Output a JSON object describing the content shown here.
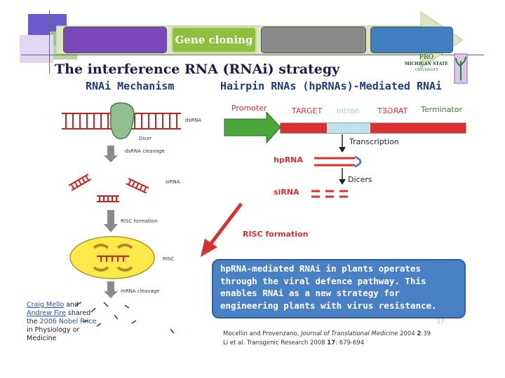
{
  "nav": {
    "tabs": [
      {
        "label": ""
      },
      {
        "label": "Gene cloning"
      },
      {
        "label": ""
      },
      {
        "label": ""
      }
    ],
    "colors": {
      "purple": "#7a48b8",
      "green": "#8fbf3f",
      "gray": "#8a8a8a",
      "blue": "#3f7fc2"
    }
  },
  "title": "The interference RNA (RNAi) strategy",
  "logo": {
    "lines": [
      "PRO",
      "MICHIGAN STATE",
      "UNIVERSITY"
    ]
  },
  "left_panel": {
    "heading": "RNAi Mechanism",
    "labels": {
      "dsrna": "dsRNA",
      "dicer": "Dicer",
      "dsrna_cleavage": "dsRNA cleavage",
      "sirna": "siRNA",
      "risc_formation": "RISC formation",
      "risc": "RISC",
      "mrna_cleavage": "mRNA cleavage"
    }
  },
  "right_panel": {
    "heading": "Hairpin RNAs (hpRNAs)-Mediated RNAi",
    "construct": {
      "promoter": "Promoter",
      "target": "TARGET",
      "intron": "Intron",
      "target_rev": "TARGET",
      "terminator": "Terminator"
    },
    "transcription": "Transcription",
    "hprna": "hpRNA",
    "dicers": "Dicers",
    "sirna": "siRNA",
    "risc_formation": "RISC formation"
  },
  "callout": {
    "text": "hpRNA-mediated RNAi in plants operates through the viral defence pathway. This enables RNAi as a new strategy for engineering plants with virus resistance."
  },
  "page_number": "37",
  "references": [
    {
      "prefix": "Mocellin and Provenzano, ",
      "journal": "Journal of Translational Medicine",
      "suffix": " 2004 ",
      "vol": "2",
      "pages": ":39"
    },
    {
      "prefix": "Li et al. Transgenic Research 2008 ",
      "vol": "17",
      "pages": ": 679-694"
    }
  ],
  "credit": {
    "name1": "Craig Mello",
    "and": " and",
    "name2": "Andrew Fire",
    "shared": " shared",
    "the": "the ",
    "prize": "2006 Nobel Price",
    "rest1": "in Physiology or",
    "rest2": "Medicine"
  },
  "colors": {
    "title": "#1b1b4d",
    "heading": "#1f3a7a",
    "red": "#d8312f",
    "promoter": "#4aa83a",
    "intron": "#bfe3ee",
    "callout": "#4a80c4",
    "risc": "#ffe94a"
  }
}
